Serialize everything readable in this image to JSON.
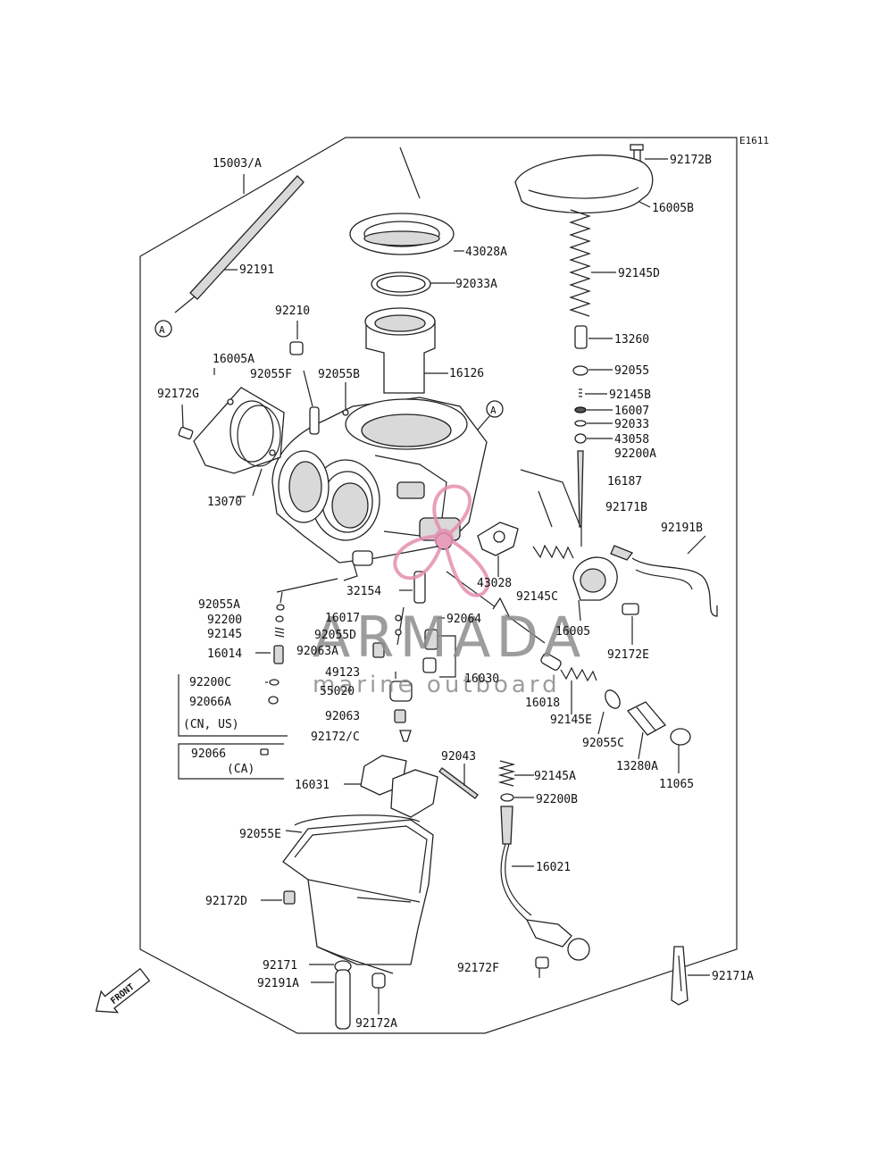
{
  "diagram_code": "E1611",
  "front_label": "FRONT",
  "callout_marker": "A",
  "watermark": {
    "brand": "ARMADA",
    "tagline": "marine outboard",
    "logo_color": "#e48fb0",
    "text_color": "#8c8c8c"
  },
  "labels": {
    "p15003A": "15003/A",
    "p92191": "92191",
    "p92210": "92210",
    "p16005A": "16005A",
    "p92055F": "92055F",
    "p92055B": "92055B",
    "p92172G": "92172G",
    "p13070": "13070",
    "p43028A": "43028A",
    "p92033A": "92033A",
    "p16126": "16126",
    "p92172B": "92172B",
    "p16005B": "16005B",
    "p92145D": "92145D",
    "p13260": "13260",
    "p92055": "92055",
    "p92145B": "92145B",
    "p16007": "16007",
    "p92033": "92033",
    "p43058": "43058",
    "p92200A": "92200A",
    "p16187": "16187",
    "p92171B": "92171B",
    "p92191B": "92191B",
    "p43028": "43028",
    "p92145C": "92145C",
    "p16005": "16005",
    "p92172E": "92172E",
    "p32154": "32154",
    "p16017": "16017",
    "p92064": "92064",
    "p92055D": "92055D",
    "p92063A": "92063A",
    "p49123": "49123",
    "p16030": "16030",
    "p55020": "55020",
    "p92063": "92063",
    "p92172C": "92172/C",
    "p16018": "16018",
    "p92145E": "92145E",
    "p92055C": "92055C",
    "p13280A": "13280A",
    "p11065": "11065",
    "p92055A": "92055A",
    "p92200": "92200",
    "p92145": "92145",
    "p16014": "16014",
    "p92200C": "92200C",
    "p92066A": "92066A",
    "pCNUS": "(CN, US)",
    "p92066": "92066",
    "pCA": "(CA)",
    "p92043": "92043",
    "p16031": "16031",
    "p92145A": "92145A",
    "p92200B": "92200B",
    "p92055E": "92055E",
    "p16021": "16021",
    "p92172D": "92172D",
    "p92171": "92171",
    "p92191A": "92191A",
    "p92172A": "92172A",
    "p92172F": "92172F",
    "p92171A": "92171A"
  }
}
